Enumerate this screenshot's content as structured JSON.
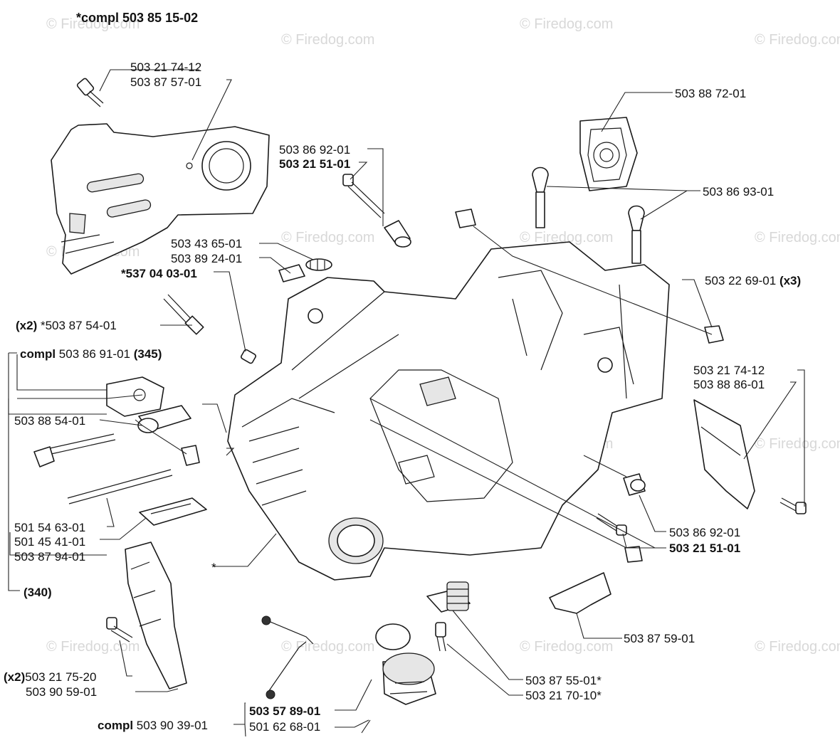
{
  "title": "*compl 503 85 15-02",
  "watermark": "© Firedog.com",
  "labels": {
    "l01": "503 21 74-12",
    "l02": "503 87 57-01",
    "l03": "503 88 72-01",
    "l04": "503 86 92-01",
    "l05": "503 21 51-01",
    "l06": "503 86 93-01",
    "l07": "503 43 65-01",
    "l08": "503 89 24-01",
    "l09": "*537 04 03-01",
    "l10": "503 22 69-01",
    "l10x": "(x3)",
    "l11x": "(x2)",
    "l11": "*503 87 54-01",
    "l12c": "compl",
    "l12": "503 86 91-01",
    "l12n": "(345)",
    "l13": "503 21 74-12",
    "l14": "503 88 86-01",
    "l15": "503 88 54-01",
    "l16": "501 54 63-01",
    "l17": "501 45 41-01",
    "l18": "503 87 94-01",
    "l19": "(340)",
    "l20": "503 86 92-01",
    "l21": "503 21 51-01",
    "l22": "*",
    "l23": "503 87 59-01",
    "l24x": "(x2)",
    "l24": "503 21 75-20",
    "l25": "503 90 59-01",
    "l26": "503 87 55-01*",
    "l27": "503 21 70-10*",
    "l28c": "compl",
    "l28": "503 90 39-01",
    "l29": "503 57 89-01",
    "l30": "501 62 68-01"
  }
}
